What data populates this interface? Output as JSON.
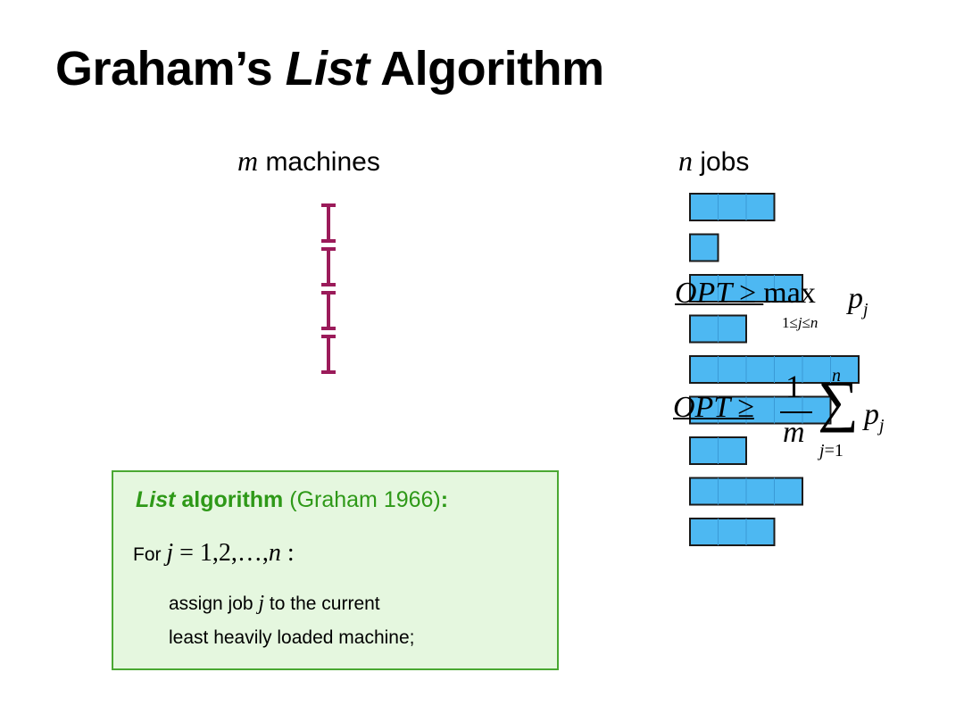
{
  "title": {
    "pre": "Graham’s ",
    "italic": "List",
    "post": " Algorithm"
  },
  "machines_heading": {
    "var": "m",
    "text": " machines"
  },
  "jobs_heading": {
    "var": "n",
    "text": " jobs"
  },
  "colors": {
    "machine": "#9b1b5a",
    "job_fill": "#4db8f2",
    "job_border": "#1a1a1a",
    "box_fill": "#e5f7df",
    "box_border": "#4aa832",
    "box_title": "#2e9918"
  },
  "machines": {
    "count": 4
  },
  "jobs": [
    {
      "units": 3
    },
    {
      "units": 1
    },
    {
      "units": 4
    },
    {
      "units": 2
    },
    {
      "units": 6
    },
    {
      "units": 5
    },
    {
      "units": 2
    },
    {
      "units": 4
    },
    {
      "units": 3
    }
  ],
  "formula1": {
    "lhs": "OPT ≥ ",
    "op": "max",
    "sub_pre": "1≤",
    "sub_var": "j",
    "sub_mid": "≤",
    "sub_var2": "n",
    "p": "p",
    "p_sub": "j"
  },
  "formula2": {
    "lhs": "OPT ≥ ",
    "num": "1",
    "den": "m",
    "sigma": "∑",
    "top": "n",
    "bot_var": "j",
    "bot_rest": "=1",
    "p": "p",
    "p_sub": "j"
  },
  "algorithm": {
    "title_italic": "List",
    "title_bold": " algorithm",
    "title_rest": " (Graham 1966)",
    "title_colon": ":",
    "line1_prefix": "For ",
    "line1_var": "j",
    "line1_math": " = 1,2,…,",
    "line1_var2": "n",
    "line1_suffix": " :",
    "line2_pre": "assign job ",
    "line2_var": "j",
    "line2_post": " to the current",
    "line3": "least heavily loaded machine;"
  }
}
